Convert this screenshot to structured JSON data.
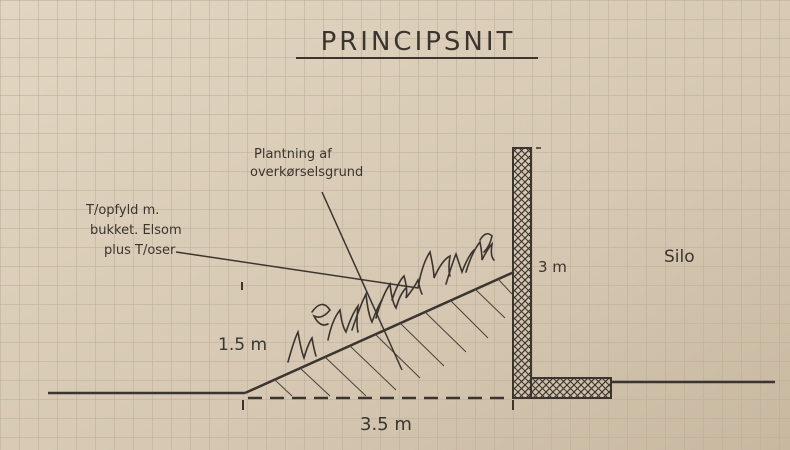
{
  "drawing": {
    "title": "PRINCIPSNIT",
    "labels": {
      "planting_note_line1": "Plantning af",
      "planting_note_line2": "overkørselsgrund",
      "fill_note_line1": "T/opfyld m.",
      "fill_note_line2": "bukket. Elsom",
      "fill_note_line3": "plus T/oser",
      "silo": "Silo",
      "height_left": "1.5 m",
      "height_right": "3 m",
      "width_bottom": "3.5 m"
    }
  },
  "colors": {
    "paper": "#d8cbb6",
    "grid": "#bdb09b",
    "ink": "#3b3530"
  }
}
